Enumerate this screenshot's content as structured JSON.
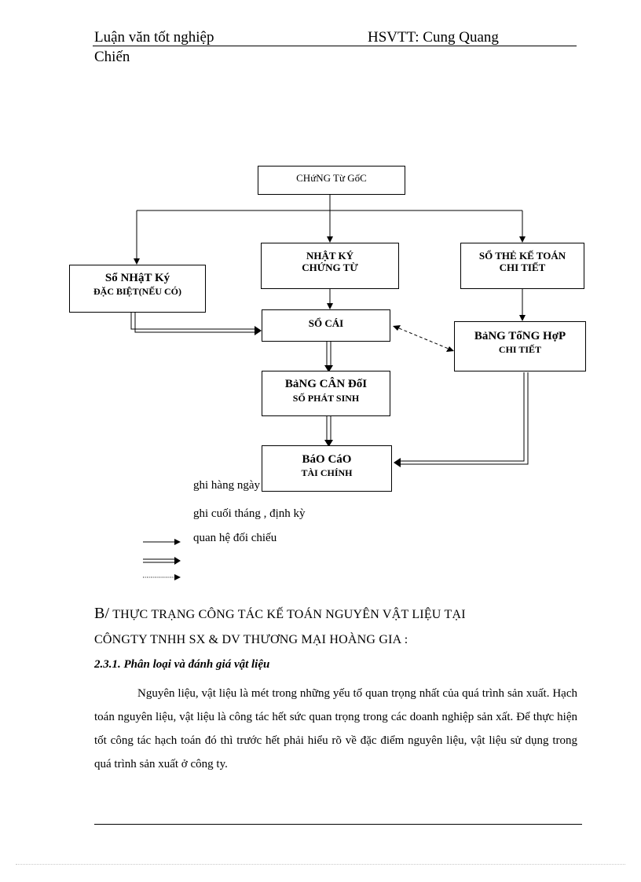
{
  "header": {
    "left": "Luận văn tốt nghiệp",
    "right": "HSVTT:  Cung Quang",
    "continuation": "Chiến"
  },
  "diagram": {
    "chung_tu_goc": "CHứNG Từ GốC",
    "nhat_ky_chung_tu": [
      "NHẬT KÝ",
      "CHỨNG TỪ"
    ],
    "so_the_ke_toan": [
      "SỔ THẺ KẾ TOÁN",
      "CHI TIẾT"
    ],
    "so_nhat_ky_dac_biet": [
      "Sổ NHậT Ký",
      "ĐẶC BIỆT(NẾU CÓ)"
    ],
    "so_cai": "SỔ CÁI",
    "bang_tong_hop": [
      "BảNG TổNG HợP",
      "CHI TIẾT"
    ],
    "bang_can_doi": [
      "BảNG CÂN ĐốI",
      "SỐ PHÁT SINH"
    ],
    "bao_cao": [
      "BáO CáO",
      "TÀI CHÍNH"
    ]
  },
  "legend": {
    "daily": "ghi hàng ngày",
    "periodic": "ghi cuối tháng , định kỳ",
    "reconcile": "quan hệ đối chiếu"
  },
  "section": {
    "heading_letter": "B/",
    "heading_line1": " THỰC TRẠNG CÔNG TÁC KẾ TOÁN NGUYÊN VẬT LIỆU TẠI",
    "heading_line2": "CÔNGTY TNHH SX & DV THƯƠNG MẠI HOÀNG GIA :",
    "subheading": "2.3.1. Phân loại và đánh giá vật liệu",
    "paragraph": "Nguyên liệu, vật liệu là mét trong những yếu tố quan trọng nhất của quá trình sản xuất. Hạch toán nguyên liệu, vật liệu là công tác hết sức quan trọng trong các doanh nghiệp sản xất. Để thực hiện tốt công tác hạch toán đó thì trước hết phải hiểu rõ về đặc điểm nguyên liệu, vật liệu sử dụng trong quá trình sản xuất ở công ty."
  }
}
